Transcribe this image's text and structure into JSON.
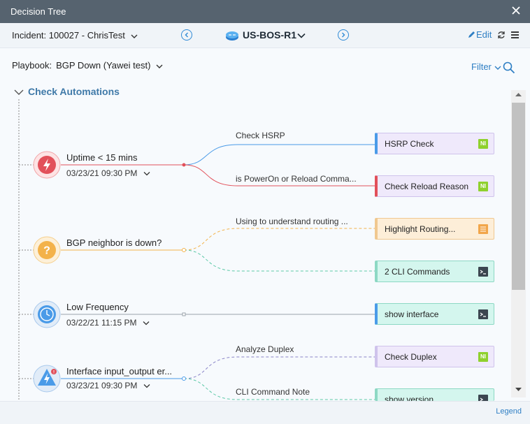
{
  "window": {
    "title": "Decision Tree"
  },
  "header": {
    "incident": "Incident: 100027 - ChrisTest",
    "device": "US-BOS-R1",
    "edit_label": "Edit"
  },
  "toolbar": {
    "playbook_label": "Playbook:",
    "playbook_value": "BGP Down (Yawei test)",
    "filter_label": "Filter"
  },
  "section": {
    "title": "Check Automations"
  },
  "nodes": [
    {
      "title": "Uptime < 15 mins",
      "time": "03/23/21 09:30 PM"
    },
    {
      "title": "BGP neighbor is down?",
      "time": ""
    },
    {
      "title": "Low Frequency",
      "time": "03/22/21 11:15 PM"
    },
    {
      "title": "Interface input_output er...",
      "time": "03/23/21 09:30 PM"
    }
  ],
  "edge_labels": [
    "Check HSRP",
    "is PowerOn or Reload Comma...",
    "Using to understand routing ...",
    "Analyze Duplex",
    "CLI Command Note"
  ],
  "actions": [
    {
      "label": "HSRP Check",
      "icon": "ni-icon",
      "badge": "NI"
    },
    {
      "label": "Check Reload Reason",
      "icon": "ni-icon",
      "badge": "NI"
    },
    {
      "label": "Highlight Routing...",
      "icon": "highlight-icon"
    },
    {
      "label": "2 CLI Commands",
      "icon": "terminal-icon"
    },
    {
      "label": "show interface",
      "icon": "terminal-icon"
    },
    {
      "label": "Check Duplex",
      "icon": "ni-icon",
      "badge": "NI"
    },
    {
      "label": "show version",
      "icon": "terminal-icon"
    }
  ],
  "footer": {
    "legend_label": "Legend"
  },
  "colors": {
    "accent": "#2f7fc4",
    "red": "#e2505a",
    "orange": "#f3b24a",
    "blue": "#4a9be8",
    "teal": "#5cc9a7",
    "gray": "#9aa3ab"
  }
}
